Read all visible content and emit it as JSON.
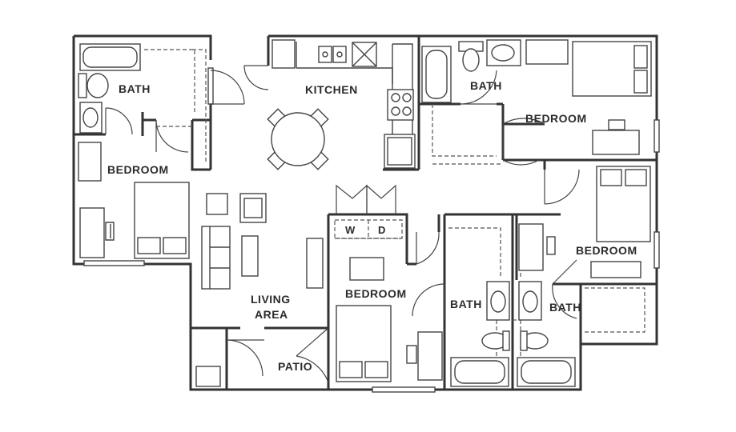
{
  "rooms": {
    "bath_top_left": "BATH",
    "kitchen": "KITCHEN",
    "bath_top_center": "BATH",
    "bedroom_top_right": "BEDROOM",
    "bedroom_left": "BEDROOM",
    "bedroom_right": "BEDROOM",
    "living_line1": "LIVING",
    "living_line2": "AREA",
    "bedroom_center": "BEDROOM",
    "bath_center": "BATH",
    "bath_right": "BATH",
    "patio": "PATIO"
  },
  "appliances": {
    "washer": "W",
    "dryer": "D"
  },
  "colors": {
    "wall": "#333333",
    "background": "#ffffff"
  }
}
